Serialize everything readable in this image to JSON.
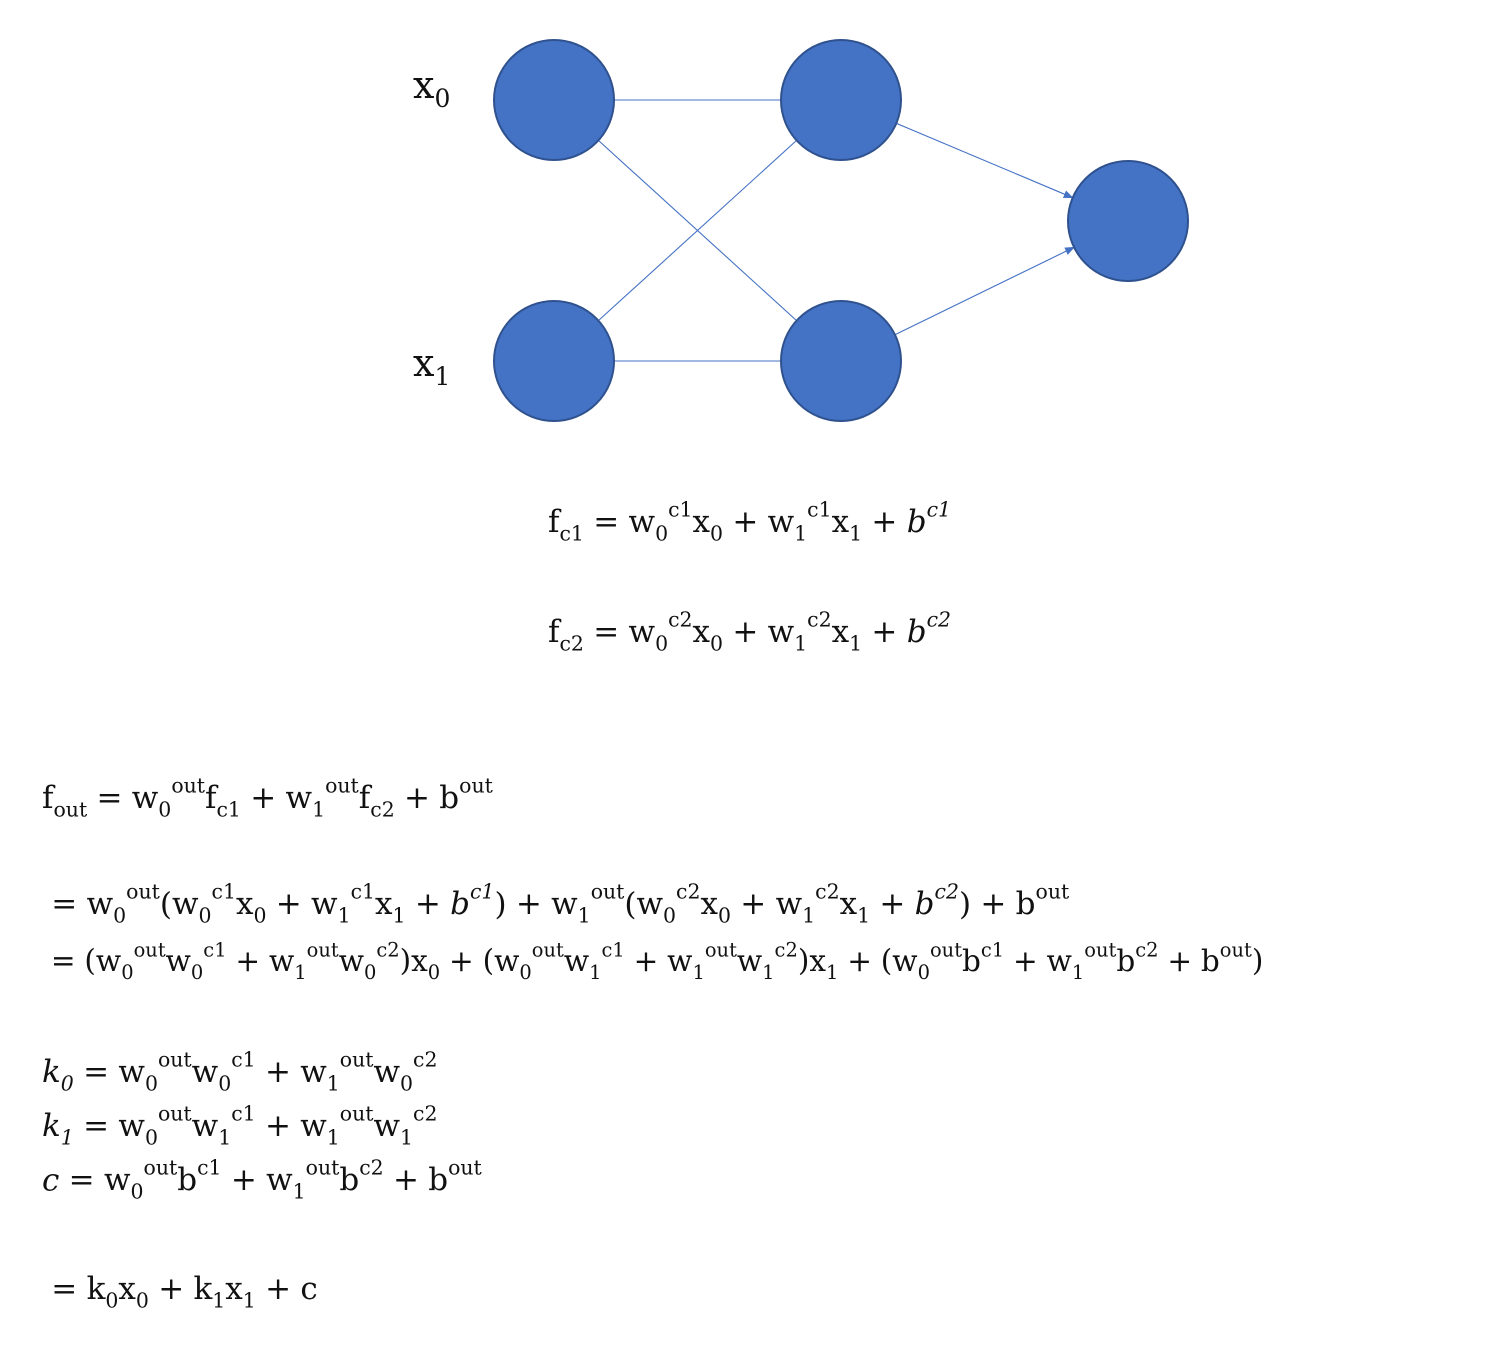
{
  "colors": {
    "node_fill": "#4472c4",
    "node_stroke": "#2f528f",
    "edge": "#4472c4",
    "text": "#111111"
  },
  "inputs": [
    {
      "base": "x",
      "sub": "0"
    },
    {
      "base": "x",
      "sub": "1"
    }
  ],
  "network": {
    "layers": [
      2,
      2,
      1
    ],
    "edges": [
      {
        "from": "input-0",
        "to": "hidden-0",
        "arrow": false
      },
      {
        "from": "input-0",
        "to": "hidden-1",
        "arrow": false
      },
      {
        "from": "input-1",
        "to": "hidden-0",
        "arrow": false
      },
      {
        "from": "input-1",
        "to": "hidden-1",
        "arrow": false
      },
      {
        "from": "hidden-0",
        "to": "output-0",
        "arrow": true
      },
      {
        "from": "hidden-1",
        "to": "output-0",
        "arrow": true
      }
    ]
  },
  "equations": [
    {
      "id": "fc1",
      "tokens": [
        [
          "f",
          "",
          "c1"
        ],
        [
          "="
        ],
        [
          "w",
          "c1",
          "0"
        ],
        [
          "x",
          "",
          "0"
        ],
        [
          "+"
        ],
        [
          "w",
          "c1",
          "1"
        ],
        [
          "x",
          "",
          "1"
        ],
        [
          "+"
        ],
        [
          "b",
          "c1",
          "",
          "i"
        ]
      ]
    },
    {
      "id": "fc2",
      "tokens": [
        [
          "f",
          "",
          "c2"
        ],
        [
          "="
        ],
        [
          "w",
          "c2",
          "0"
        ],
        [
          "x",
          "",
          "0"
        ],
        [
          "+"
        ],
        [
          "w",
          "c2",
          "1"
        ],
        [
          "x",
          "",
          "1"
        ],
        [
          "+"
        ],
        [
          "b",
          "c2",
          "",
          "i"
        ]
      ]
    },
    {
      "id": "fout",
      "tokens": [
        [
          "f",
          "",
          "out"
        ],
        [
          "="
        ],
        [
          "w",
          "out",
          "0"
        ],
        [
          "f",
          "",
          "c1"
        ],
        [
          "+"
        ],
        [
          "w",
          "out",
          "1"
        ],
        [
          "f",
          "",
          "c2"
        ],
        [
          "+"
        ],
        [
          "b",
          "out",
          ""
        ]
      ]
    },
    {
      "id": "expand1",
      "tokens": [
        [
          "="
        ],
        [
          "w",
          "out",
          "0"
        ],
        [
          "("
        ],
        [
          "w",
          "c1",
          "0"
        ],
        [
          "x",
          "",
          "0"
        ],
        [
          "+"
        ],
        [
          "w",
          "c1",
          "1"
        ],
        [
          "x",
          "",
          "1"
        ],
        [
          "+"
        ],
        [
          "b",
          "c1",
          "",
          "i"
        ],
        [
          ")"
        ],
        [
          "+"
        ],
        [
          "w",
          "out",
          "1"
        ],
        [
          "("
        ],
        [
          "w",
          "c2",
          "0"
        ],
        [
          "x",
          "",
          "0"
        ],
        [
          "+"
        ],
        [
          "w",
          "c2",
          "1"
        ],
        [
          "x",
          "",
          "1"
        ],
        [
          "+"
        ],
        [
          "b",
          "c2",
          "",
          "i"
        ],
        [
          ")"
        ],
        [
          "+"
        ],
        [
          "b",
          "out",
          ""
        ]
      ]
    },
    {
      "id": "expand2",
      "tokens": [
        [
          "="
        ],
        [
          "("
        ],
        [
          "w",
          "out",
          "0"
        ],
        [
          "w",
          "c1",
          "0"
        ],
        [
          "+"
        ],
        [
          "w",
          "out",
          "1"
        ],
        [
          "w",
          "c2",
          "0"
        ],
        [
          ")"
        ],
        [
          "x",
          "",
          "0"
        ],
        [
          "+"
        ],
        [
          "("
        ],
        [
          "w",
          "out",
          "0"
        ],
        [
          "w",
          "c1",
          "1"
        ],
        [
          "+"
        ],
        [
          "w",
          "out",
          "1"
        ],
        [
          "w",
          "c2",
          "1"
        ],
        [
          ")"
        ],
        [
          "x",
          "",
          "1"
        ],
        [
          "+"
        ],
        [
          "("
        ],
        [
          "w",
          "out",
          "0"
        ],
        [
          "b",
          "c1",
          ""
        ],
        [
          "+"
        ],
        [
          "w",
          "out",
          "1"
        ],
        [
          "b",
          "c2",
          ""
        ],
        [
          "+"
        ],
        [
          "b",
          "out",
          ""
        ],
        [
          ")"
        ]
      ]
    },
    {
      "id": "k0",
      "tokens": [
        [
          "k",
          "",
          "0",
          "i"
        ],
        [
          "="
        ],
        [
          "w",
          "out",
          "0"
        ],
        [
          "w",
          "c1",
          "0"
        ],
        [
          "+"
        ],
        [
          "w",
          "out",
          "1"
        ],
        [
          "w",
          "c2",
          "0"
        ]
      ]
    },
    {
      "id": "k1",
      "tokens": [
        [
          "k",
          "",
          "1",
          "i"
        ],
        [
          "="
        ],
        [
          "w",
          "out",
          "0"
        ],
        [
          "w",
          "c1",
          "1"
        ],
        [
          "+"
        ],
        [
          "w",
          "out",
          "1"
        ],
        [
          "w",
          "c2",
          "1"
        ]
      ]
    },
    {
      "id": "c",
      "tokens": [
        [
          "c",
          "",
          "",
          "i"
        ],
        [
          "="
        ],
        [
          "w",
          "out",
          "0"
        ],
        [
          "b",
          "c1",
          ""
        ],
        [
          "+"
        ],
        [
          "w",
          "out",
          "1"
        ],
        [
          "b",
          "c2",
          ""
        ],
        [
          "+"
        ],
        [
          "b",
          "out",
          ""
        ]
      ]
    },
    {
      "id": "final",
      "tokens": [
        [
          "="
        ],
        [
          "k",
          "",
          "0"
        ],
        [
          "x",
          "",
          "0"
        ],
        [
          "+"
        ],
        [
          "k",
          "",
          "1"
        ],
        [
          "x",
          "",
          "1"
        ],
        [
          "+"
        ],
        [
          "c",
          "",
          ""
        ]
      ]
    }
  ]
}
